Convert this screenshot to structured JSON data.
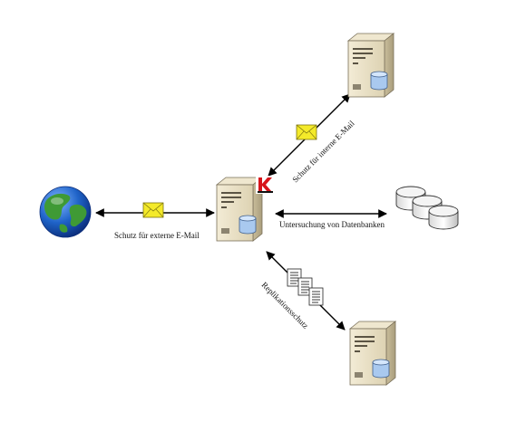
{
  "labels": {
    "external_email": "Schutz für externe E-Mail",
    "internal_email": "Schutz für interne E-Mail",
    "db_scan": "Untersuchung von Datenbanken",
    "replication": "Replikationsschutz"
  },
  "icons": {
    "globe": "globe-icon",
    "central_server": "server-icon",
    "top_server": "server-icon",
    "bottom_server": "server-icon",
    "databases": "database-icon",
    "mail_external": "envelope-icon",
    "mail_internal": "envelope-icon",
    "documents": "documents-icon",
    "product_logo": "kaspersky-k-icon"
  },
  "colors": {
    "server_body": "#e8dfc4",
    "server_shadow": "#b9ad8c",
    "envelope": "#f4ea2a",
    "database_blue": "#9ec3ea",
    "logo_red": "#d7141a",
    "globe_ocean": "#1f63c8",
    "globe_land": "#3f9a35"
  }
}
